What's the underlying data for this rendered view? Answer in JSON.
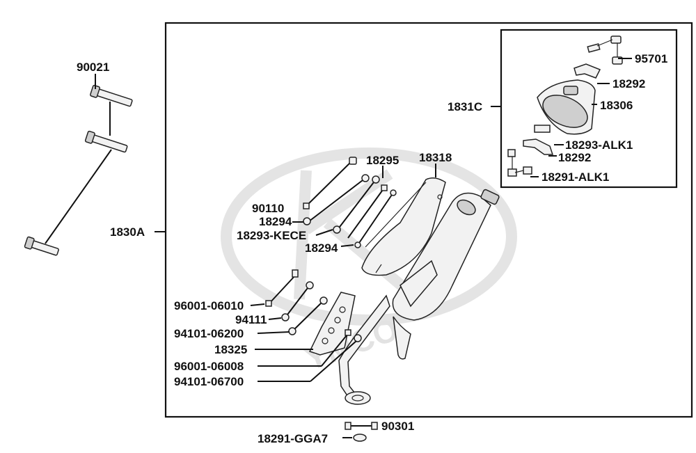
{
  "watermark": "YMCO",
  "labels": {
    "p90021": "90021",
    "p1830A": "1830A",
    "p1831C": "1831C",
    "p95701": "95701",
    "p18292a": "18292",
    "p18306": "18306",
    "p18293ALK1": "18293-ALK1",
    "p18292b": "18292",
    "p18291ALK1": "18291-ALK1",
    "p18295": "18295",
    "p18318": "18318",
    "p90110": "90110",
    "p18294a": "18294",
    "p18293KECE": "18293-KECE",
    "p18294b": "18294",
    "p9600106010": "96001-06010",
    "p94111": "94111",
    "p9410106200": "94101-06200",
    "p18325": "18325",
    "p9600106008": "96001-06008",
    "p9410106700": "94101-06700",
    "p90301": "90301",
    "p18291GGA7": "18291-GGA7"
  }
}
